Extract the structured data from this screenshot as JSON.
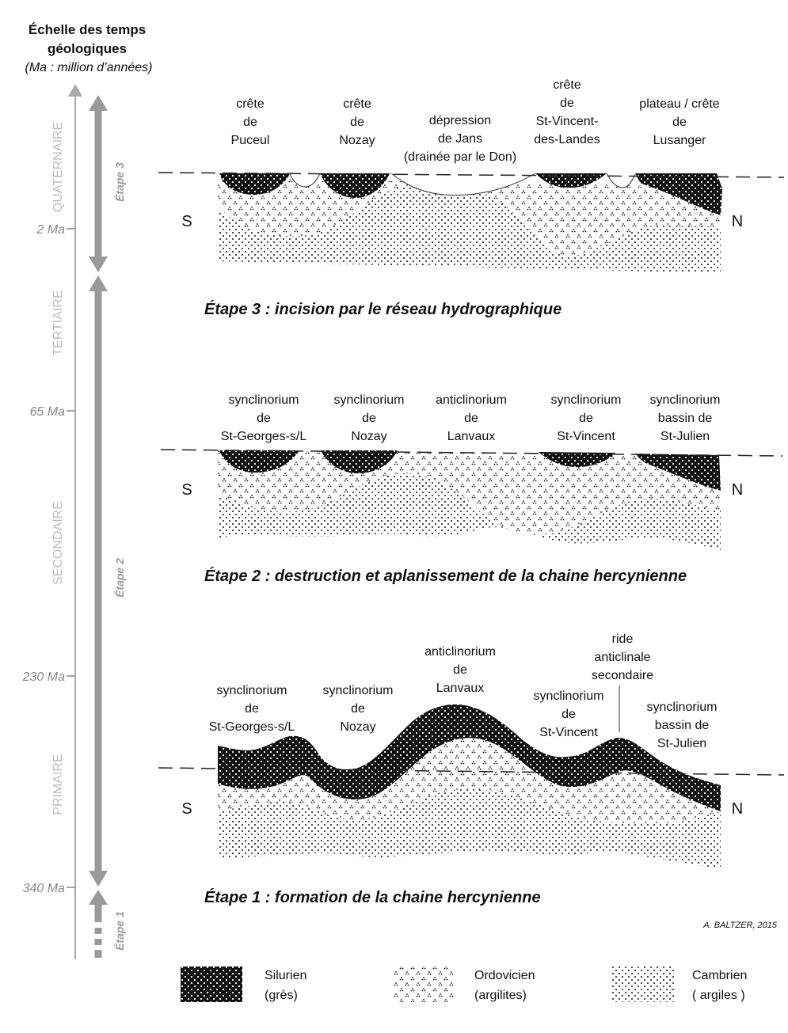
{
  "header": {
    "title_lines": [
      "Échelle des temps",
      "géologiques"
    ],
    "subtitle": "(Ma : million d’années)"
  },
  "timescale": {
    "eras": [
      "QUATERNAIRE",
      "TERTIAIRE",
      "SECONDAIRE",
      "PRIMAIRE"
    ],
    "ages": [
      "2 Ma",
      "65 Ma",
      "230 Ma",
      "340 Ma"
    ],
    "steps": [
      "Étape 3",
      "Étape 2",
      "Étape 1"
    ]
  },
  "panels": {
    "stage3": {
      "title": "Étape 3 : incision par le réseau hydrographique",
      "labels": [
        [
          "crête",
          "de",
          "Puceul"
        ],
        [
          "crête",
          "de",
          "Nozay"
        ],
        [
          "dépression",
          "de Jans",
          "(drainée par le Don)"
        ],
        [
          "crête",
          "de",
          "St-Vincent-",
          "des-Landes"
        ],
        [
          "plateau / crête",
          "de",
          "Lusanger"
        ]
      ]
    },
    "stage2": {
      "title": "Étape 2 : destruction et aplanissement de la chaine hercynienne",
      "labels": [
        [
          "synclinorium",
          "de",
          "St-Georges-s/L"
        ],
        [
          "synclinorium",
          "de",
          "Nozay"
        ],
        [
          "anticlinorium",
          "de",
          "Lanvaux"
        ],
        [
          "synclinorium",
          "de",
          "St-Vincent"
        ],
        [
          "synclinorium",
          "bassin de",
          "St-Julien"
        ]
      ]
    },
    "stage1": {
      "title": "Étape 1 : formation de la chaine hercynienne",
      "labels": [
        [
          "synclinorium",
          "de",
          "St-Georges-s/L"
        ],
        [
          "synclinorium",
          "de",
          "Nozay"
        ],
        [
          "anticlinorium",
          "de",
          "Lanvaux"
        ],
        [
          "synclinorium",
          "de",
          "St-Vincent"
        ],
        [
          "ride",
          "anticlinale",
          "secondaire"
        ],
        [
          "synclinorium",
          "bassin de",
          "St-Julien"
        ]
      ]
    },
    "south": "S",
    "north": "N"
  },
  "credit": "A. BALTZER, 2015",
  "legend": [
    {
      "name": "Silurien",
      "desc": "(grès)"
    },
    {
      "name": "Ordovicien",
      "desc": "(argilites)"
    },
    {
      "name": "Cambrien",
      "desc": "( argiles )"
    }
  ]
}
